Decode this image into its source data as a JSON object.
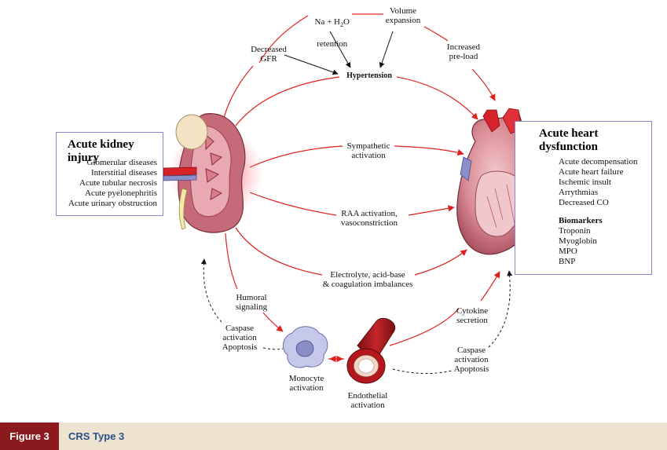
{
  "labels": {
    "na_h2o_a": "Na + H",
    "na_h2o_sub": "2",
    "na_h2o_b": "O",
    "retention": "retention",
    "volume_expansion": "Volume\nexpansion",
    "decreased_gfr": "Decreased\nGFR",
    "hypertension": "Hypertension",
    "increased_preload": "Increased\npre-load",
    "sympathetic": "Sympathetic\nactivation",
    "raa": "RAA activation,\nvasoconstriction",
    "electrolyte": "Electrolyte, acid-base\n& coagulation imbalances",
    "humoral": "Humoral\nsignaling",
    "caspase_left": "Caspase\nactivation\nApoptosis",
    "monocyte": "Monocyte\nactivation",
    "endothelial": "Endothelial\nactivation",
    "cytokine": "Cytokine\nsecretion",
    "caspase_right": "Caspase\nactivation\nApoptosis"
  },
  "kidney_box": {
    "title": "Acute kidney injury",
    "items": [
      "Glomerular diseases",
      "Interstitial diseases",
      "Acute tubular necrosis",
      "Acute pyelonephritis",
      "Acute urinary obstruction"
    ]
  },
  "heart_box": {
    "title": "Acute heart\ndysfunction",
    "items": [
      "Acute decompensation",
      "Acute heart failure",
      "Ischemic insult",
      "Arrythmias",
      "Decreased CO"
    ],
    "biomarkers_title": "Biomarkers",
    "biomarkers": [
      "Troponin",
      "Myoglobin",
      "MPO",
      "BNP"
    ]
  },
  "footer": {
    "figure_label": "Figure 3",
    "caption": "CRS Type 3"
  },
  "colors": {
    "arrow": "#e0201c",
    "box_border": "#8a86c0",
    "footer_bg": "#ede3cf",
    "badge_bg": "#8b1a1f",
    "caption": "#2a4f8a"
  },
  "icons": [
    "kidney-illustration",
    "heart-illustration",
    "monocyte-illustration",
    "blood-vessel-illustration"
  ]
}
